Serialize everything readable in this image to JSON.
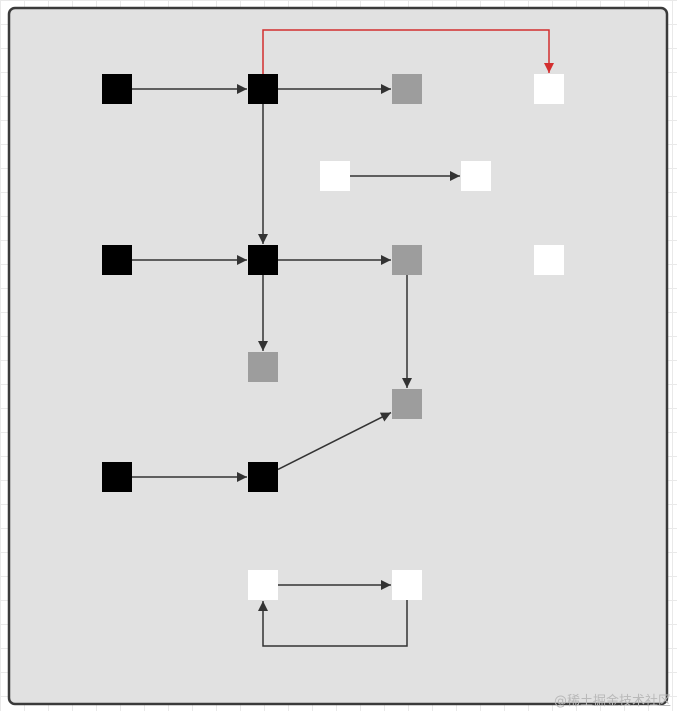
{
  "watermark": "@稀土掘金技术社区",
  "colors": {
    "panel": "#e1e1e1",
    "panel_border": "#3a3a3a",
    "black": "#000000",
    "gray": "#9d9d9d",
    "white": "#ffffff",
    "edge": "#333333",
    "edge_highlight": "#d32f2f"
  },
  "nodes": [
    {
      "id": "a1",
      "fill": "black"
    },
    {
      "id": "a2",
      "fill": "black"
    },
    {
      "id": "a3",
      "fill": "gray"
    },
    {
      "id": "a4",
      "fill": "white"
    },
    {
      "id": "b1",
      "fill": "white"
    },
    {
      "id": "b2",
      "fill": "white"
    },
    {
      "id": "c1",
      "fill": "black"
    },
    {
      "id": "c2",
      "fill": "black"
    },
    {
      "id": "c3",
      "fill": "gray"
    },
    {
      "id": "c4",
      "fill": "white"
    },
    {
      "id": "d1",
      "fill": "gray"
    },
    {
      "id": "e1",
      "fill": "gray"
    },
    {
      "id": "f1",
      "fill": "black"
    },
    {
      "id": "f2",
      "fill": "black"
    },
    {
      "id": "g1",
      "fill": "white"
    },
    {
      "id": "g2",
      "fill": "white"
    }
  ],
  "edges": [
    {
      "from": "a1",
      "to": "a2"
    },
    {
      "from": "a2",
      "to": "a3"
    },
    {
      "from": "a2",
      "to": "a4",
      "highlight": true
    },
    {
      "from": "b1",
      "to": "b2"
    },
    {
      "from": "a2",
      "to": "c2"
    },
    {
      "from": "c1",
      "to": "c2"
    },
    {
      "from": "c2",
      "to": "c3"
    },
    {
      "from": "c2",
      "to": "d1"
    },
    {
      "from": "c3",
      "to": "e1"
    },
    {
      "from": "f1",
      "to": "f2"
    },
    {
      "from": "f2",
      "to": "e1"
    },
    {
      "from": "g1",
      "to": "g2"
    },
    {
      "from": "g2",
      "to": "g1"
    }
  ]
}
